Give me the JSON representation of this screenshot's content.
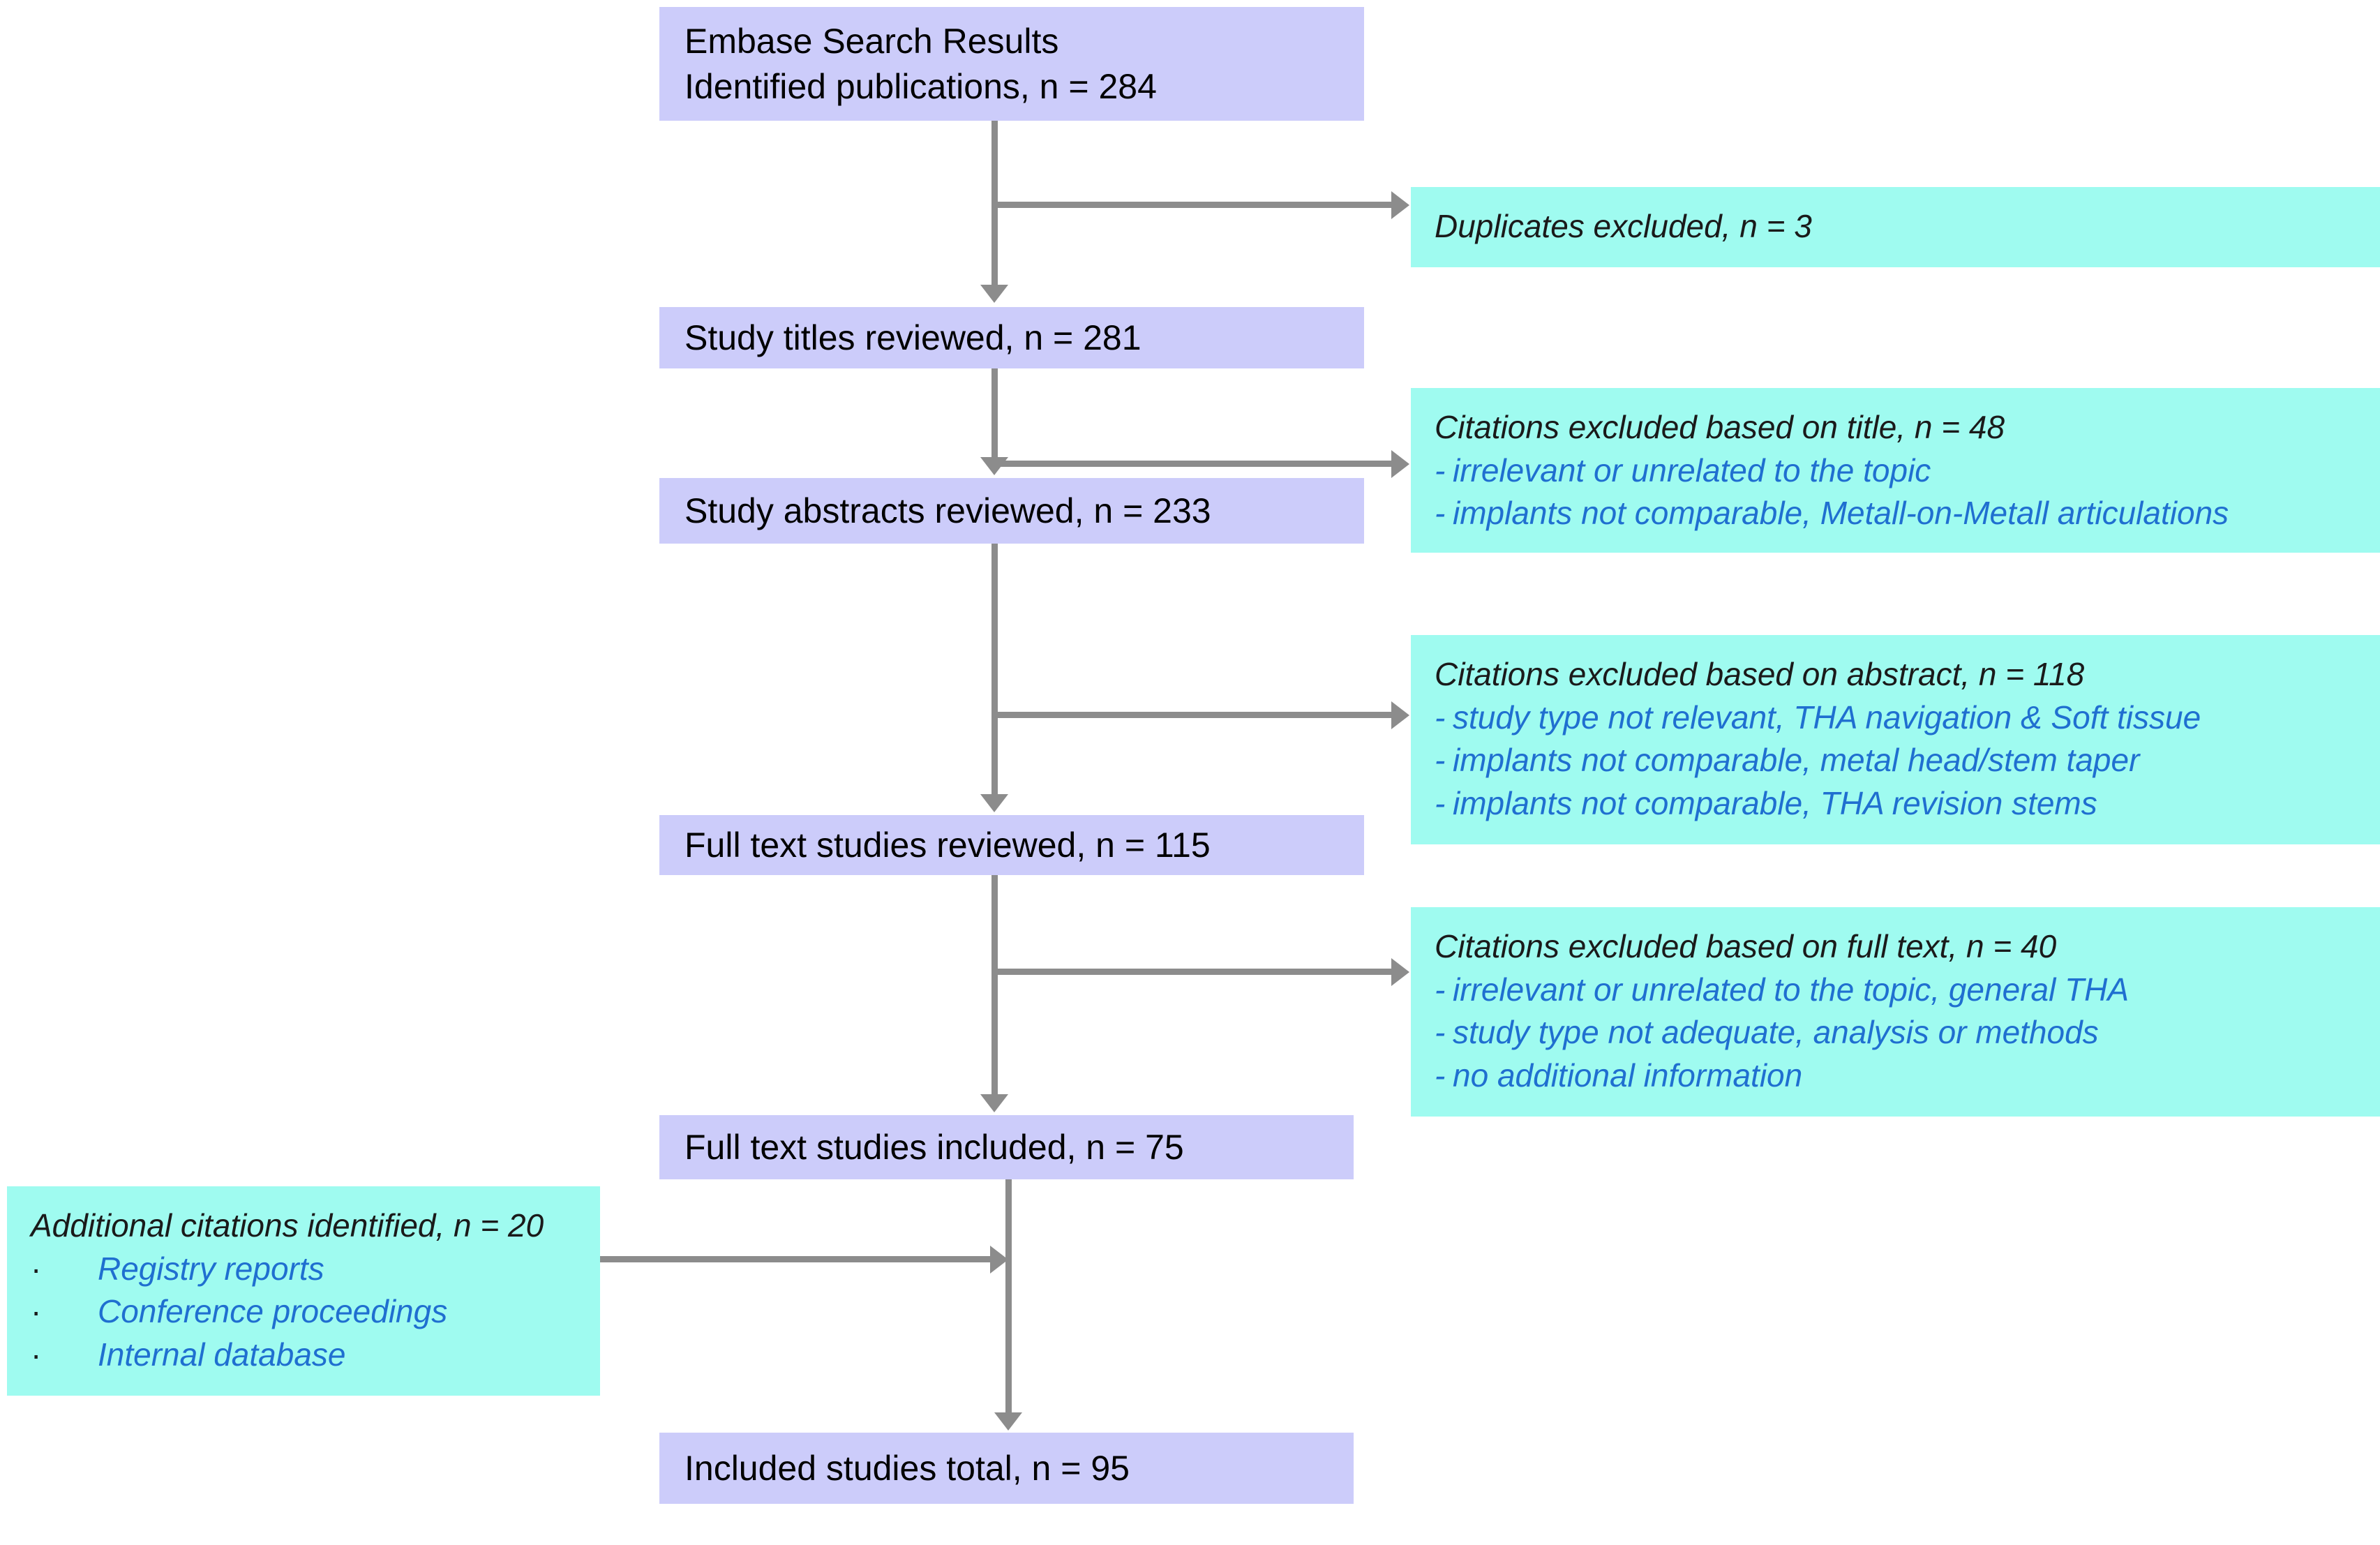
{
  "diagram": {
    "title": "PRISMA-style literature search flow diagram",
    "colors": {
      "primary_box": "#ccccfa",
      "exclusion_box": "#9ffbf0",
      "connector": "#8c8c8c",
      "bullet_text": "#1f6fd0",
      "header_text": "#1a1a1a"
    }
  },
  "flow": {
    "step1": {
      "line1": "Embase Search Results",
      "line2": "Identified publications, n = 284"
    },
    "step2": {
      "line1": "Study titles reviewed, n = 281"
    },
    "step3": {
      "line1": "Study abstracts reviewed, n = 233"
    },
    "step4": {
      "line1": "Full text studies reviewed, n = 115"
    },
    "step5": {
      "line1": "Full text studies included, n = 75"
    },
    "step6": {
      "line1": "Included studies total, n = 95"
    }
  },
  "exclusions": {
    "dup": {
      "header": "Duplicates excluded, n = 3",
      "items": []
    },
    "title": {
      "header": "Citations excluded based on title, n = 48",
      "items": [
        "irrelevant or unrelated to the topic",
        "implants not comparable, Metall-on-Metall articulations"
      ]
    },
    "abstract": {
      "header": "Citations excluded based on abstract, n = 118",
      "items": [
        "study type not relevant, THA navigation & Soft tissue",
        "implants not comparable, metal head/stem taper",
        "implants not comparable, THA revision stems"
      ]
    },
    "fulltext": {
      "header": "Citations excluded based on full text, n = 40",
      "items": [
        "irrelevant or unrelated to the topic, general THA",
        "study type not adequate, analysis or methods",
        "no additional information"
      ]
    }
  },
  "additional": {
    "header": "Additional citations identified, n = 20",
    "items": [
      "Registry reports",
      "Conference proceedings",
      "Internal database"
    ],
    "marker": "·"
  },
  "markers": {
    "dash": "-"
  }
}
